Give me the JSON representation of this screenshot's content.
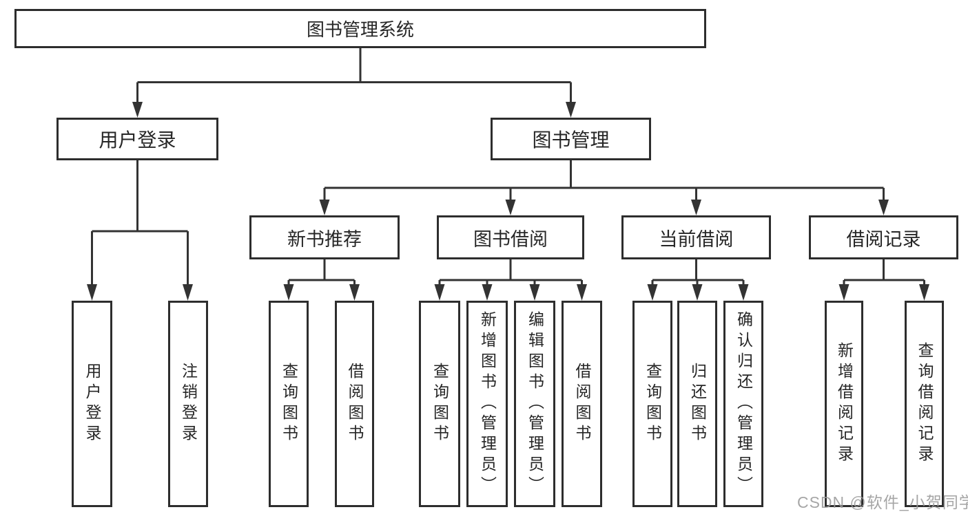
{
  "diagram": {
    "root": {
      "label": "图书管理系统",
      "children": [
        {
          "label": "用户登录",
          "children": [
            {
              "label": "用户登录"
            },
            {
              "label": "注销登录"
            }
          ]
        },
        {
          "label": "图书管理",
          "children": [
            {
              "label": "新书推荐",
              "children": [
                {
                  "label": "查询图书"
                },
                {
                  "label": "借阅图书"
                }
              ]
            },
            {
              "label": "图书借阅",
              "children": [
                {
                  "label": "查询图书"
                },
                {
                  "label": "新增图书（管理员）"
                },
                {
                  "label": "编辑图书（管理员）"
                },
                {
                  "label": "借阅图书"
                }
              ]
            },
            {
              "label": "当前借阅",
              "children": [
                {
                  "label": "查询图书"
                },
                {
                  "label": "归还图书"
                },
                {
                  "label": "确认归还（管理员）"
                }
              ]
            },
            {
              "label": "借阅记录",
              "children": [
                {
                  "label": "新增借阅记录"
                },
                {
                  "label": "查询借阅记录"
                }
              ]
            }
          ]
        }
      ]
    }
  },
  "watermark": {
    "text": "CSDN @软件_小贺同学"
  },
  "colors": {
    "border": "#2d2d2d",
    "connector": "#333333",
    "text": "#262626",
    "watermark": "#9a9a9a",
    "background": "#ffffff"
  }
}
